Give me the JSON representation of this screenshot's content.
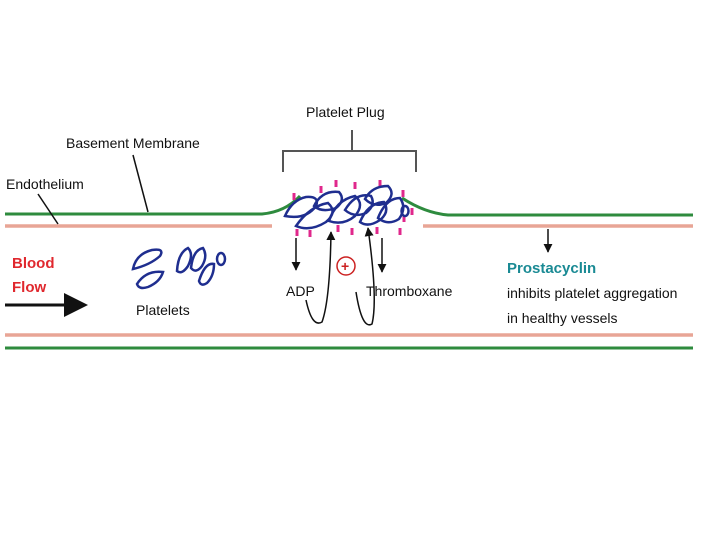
{
  "labels": {
    "platelet_plug": "Platelet Plug",
    "basement_membrane": "Basement Membrane",
    "endothelium": "Endothelium",
    "blood": "Blood",
    "flow": "Flow",
    "platelets": "Platelets",
    "adp": "ADP",
    "plus": "+",
    "thromboxane": "Thromboxane",
    "prostacyclin": "Prostacyclin",
    "inhibits_line1": "inhibits platelet aggregation",
    "inhibits_line2": "in healthy vessels"
  },
  "colors": {
    "basement_membrane": "#2e8b3e",
    "endothelium": "#e8a596",
    "platelet": "#1f2e8f",
    "granule": "#e0288c",
    "blood_flow_text": "#e0282e",
    "prostacyclin_text": "#1a8a94",
    "arrow": "#111111"
  }
}
